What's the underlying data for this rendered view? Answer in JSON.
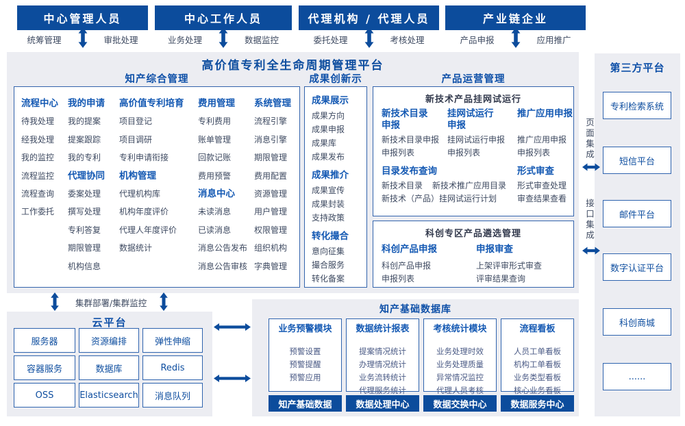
{
  "platform_title": "高价值专利全生命周期管理平台",
  "roles": [
    {
      "t": "中心管理人员",
      "l": "统筹管理",
      "r": "审批处理"
    },
    {
      "t": "中心工作人员",
      "l": "业务处理",
      "r": "数据监控"
    },
    {
      "t": "代理机构 / 代理人员",
      "l": "委托处理",
      "r": "考核处理"
    },
    {
      "t": "产业链企业",
      "l": "产品申报",
      "r": "应用推广"
    }
  ],
  "ip": {
    "title": "知产综合管理",
    "g1": {
      "t": "流程中心",
      "i": [
        "待我处理",
        "经我处理",
        "我的监控",
        "流程监控",
        "流程查询",
        "工作委托"
      ]
    },
    "g2": {
      "t": "我的申请",
      "i": [
        "我的提案",
        "提案跟踪",
        "我的专利"
      ]
    },
    "g3": {
      "t": "代理协同",
      "i": [
        "委案处理",
        "撰写处理",
        "专利答复",
        "期限管理",
        "机构信息"
      ]
    },
    "g4": {
      "t": "高价值专利培育",
      "i": [
        "项目登记",
        "项目调研",
        "专利申请衔接"
      ]
    },
    "g5": {
      "t": "机构管理",
      "i": [
        "代理机构库",
        "机构年度评价",
        "代理人年度评价",
        "数据统计"
      ]
    },
    "g6": {
      "t": "费用管理",
      "i": [
        "专利费用",
        "账单管理",
        "回款记账",
        "费用预警"
      ]
    },
    "g7": {
      "t": "消息中心",
      "i": [
        "未读消息",
        "已读消息",
        "消息公告发布",
        "消息公告审核"
      ]
    },
    "g8": {
      "t": "系统管理",
      "i": [
        "流程引擎",
        "消息引擎",
        "期限管理",
        "费用配置",
        "资源管理",
        "用户管理",
        "权限管理",
        "组织机构",
        "字典管理"
      ]
    }
  },
  "innov": {
    "title": "成果创新示范",
    "g1": {
      "t": "成果展示",
      "i": [
        "成果方向",
        "成果申报",
        "成果库",
        "成果发布"
      ]
    },
    "g2": {
      "t": "成果推介",
      "i": [
        "成果宣传",
        "成果封装",
        "支持政策"
      ]
    },
    "g3": {
      "t": "转化撮合",
      "i": [
        "意向征集",
        "撮合服务",
        "转化备案"
      ]
    }
  },
  "product": {
    "title": "产品运营管理",
    "box1": {
      "t": "新技术产品挂网试运行",
      "c1": {
        "t": "新技术目录申报",
        "i": [
          "新技术目录申报",
          "申报列表"
        ]
      },
      "c2": {
        "t": "挂网试运行申报",
        "i": [
          "挂网试运行申报",
          "申报列表"
        ]
      },
      "c3": {
        "t": "推广应用申报",
        "i": [
          "推广应用申报",
          "申报列表"
        ]
      },
      "g1": {
        "t": "目录发布查询",
        "i": [
          "新技术目录",
          "新技术推广应用目录",
          "新技术（产品）挂网试运行计划"
        ]
      },
      "g2": {
        "t": "形式审查",
        "i": [
          "形式审查处理",
          "审查结果查看"
        ]
      }
    },
    "box2": {
      "t": "科创专区产品遴选管理",
      "c1": {
        "t": "科创产品申报",
        "i": [
          "科创产品申报",
          "申报列表"
        ]
      },
      "c2": {
        "t": "申报审查",
        "i": [
          "上架评审形式审查",
          "评审结果查询"
        ]
      }
    }
  },
  "third": {
    "title": "第三方平台",
    "i": [
      "专利检索系统",
      "短信平台",
      "邮件平台",
      "数字认证平台",
      "科创商城",
      "......"
    ]
  },
  "integration": {
    "page": "页面集成",
    "api": "接口集成"
  },
  "cluster": "集群部署/集群监控",
  "cloud": {
    "title": "云平台",
    "i": [
      "服务器",
      "资源编排",
      "弹性伸缩",
      "容器服务",
      "数据库",
      "Redis",
      "OSS",
      "Elasticsearch",
      "消息队列"
    ]
  },
  "db": {
    "title": "知产基础数据库",
    "m1": {
      "t": "业务预警模块",
      "i": [
        "预警设置",
        "预警提醒",
        "预警应用"
      ]
    },
    "m2": {
      "t": "数据统计报表",
      "i": [
        "提案情况统计",
        "办理情况统计",
        "业务流转统计",
        "代理服务统计"
      ]
    },
    "m3": {
      "t": "考核统计模块",
      "i": [
        "业务处理时效",
        "业务处理质量",
        "异常情况监控",
        "代理人员考核"
      ]
    },
    "m4": {
      "t": "流程看板",
      "i": [
        "人员工单看板",
        "机构工单看板",
        "业务类型看板",
        "核心业务看板"
      ]
    },
    "f": [
      "知产基础数据",
      "数据处理中心",
      "数据交换中心",
      "数据服务中心"
    ]
  },
  "colors": {
    "primary": "#0c4c9c",
    "accent": "#1459b3",
    "panel_bg": "#ecedf2",
    "item_text": "#3e4a61"
  }
}
